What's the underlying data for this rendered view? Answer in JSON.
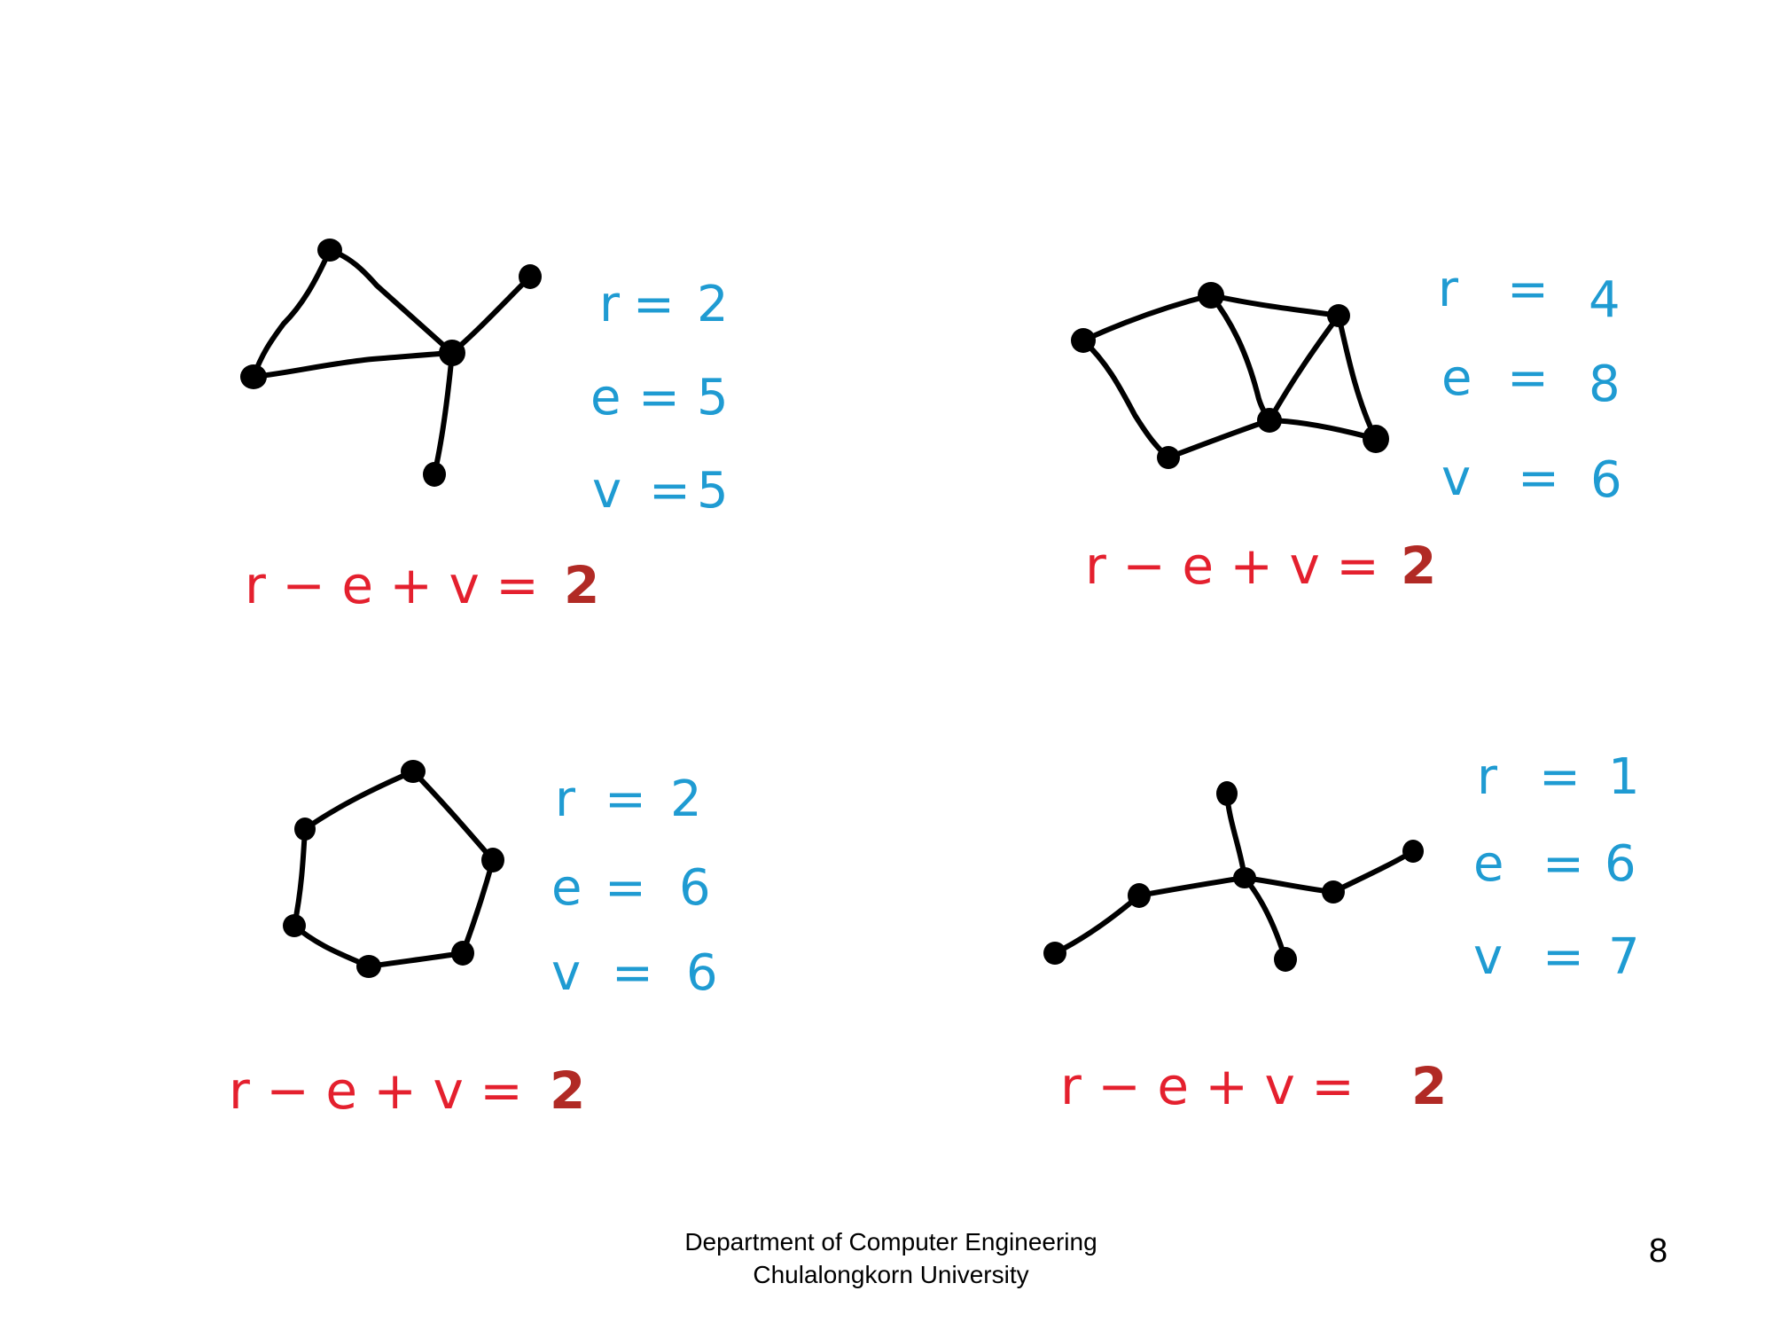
{
  "colors": {
    "edge": "#000000",
    "stats": "#1f9bd2",
    "formula": "#e4202e",
    "answer": "#b12a25"
  },
  "graphs": [
    {
      "stats": [
        {
          "name": "r",
          "value": "2"
        },
        {
          "name": "e",
          "value": "5"
        },
        {
          "name": "v",
          "value": "5"
        }
      ],
      "formula": "r − e + v =",
      "result": "2"
    },
    {
      "stats": [
        {
          "name": "r",
          "value": "4"
        },
        {
          "name": "e",
          "value": "8"
        },
        {
          "name": "v",
          "value": "6"
        }
      ],
      "formula": "r − e + v =",
      "result": "2"
    },
    {
      "stats": [
        {
          "name": "r",
          "value": "2"
        },
        {
          "name": "e",
          "value": "6"
        },
        {
          "name": "v",
          "value": "6"
        }
      ],
      "formula": "r − e + v =",
      "result": "2"
    },
    {
      "stats": [
        {
          "name": "r",
          "value": "1"
        },
        {
          "name": "e",
          "value": "6"
        },
        {
          "name": "v",
          "value": "7"
        }
      ],
      "formula": "r − e + v =",
      "result": "2"
    }
  ],
  "footer": {
    "line1": "Department of Computer Engineering",
    "line2": "Chulalongkorn University",
    "page_number": "8"
  }
}
